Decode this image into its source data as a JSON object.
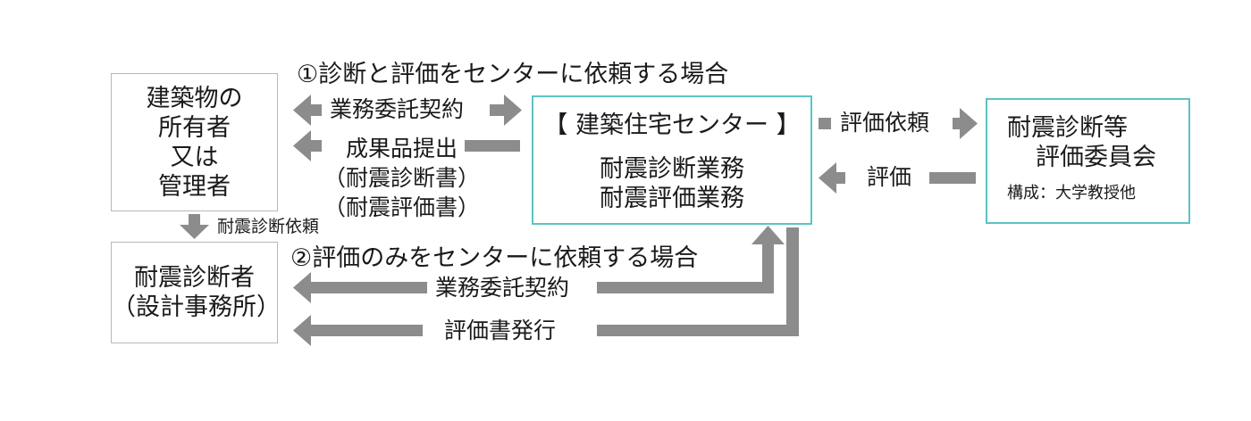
{
  "case1_heading": "①診断と評価をセンターに依頼する場合",
  "case2_heading": "②評価のみをセンターに依頼する場合",
  "owner_box": {
    "lines": [
      "建築物の",
      "所有者",
      "又は",
      "管理者"
    ]
  },
  "diagnostician_box": {
    "lines": [
      "耐震診断者",
      "（設計事務所）"
    ]
  },
  "center_box": {
    "title": "【 建築住宅センター 】",
    "services": [
      "耐震診断業務",
      "耐震評価業務"
    ]
  },
  "committee_box": {
    "line1": "耐震診断等",
    "line2": "評価委員会",
    "composition": "構成：大学教授他"
  },
  "arrows": {
    "contract_case1": "業務委託契約",
    "report_submit_lines": [
      "成果品提出",
      "（耐震診断書）",
      "（耐震評価書）"
    ],
    "seismic_request": "耐震診断依頼",
    "contract_case2": "業務委託契約",
    "evaluation_issue": "評価書発行",
    "evaluation_request": "評価依頼",
    "evaluation": "評価"
  },
  "colors": {
    "arrow": "#8c8c8c",
    "center_border": "#5cc3c3",
    "box_border": "#b8b8b8"
  }
}
